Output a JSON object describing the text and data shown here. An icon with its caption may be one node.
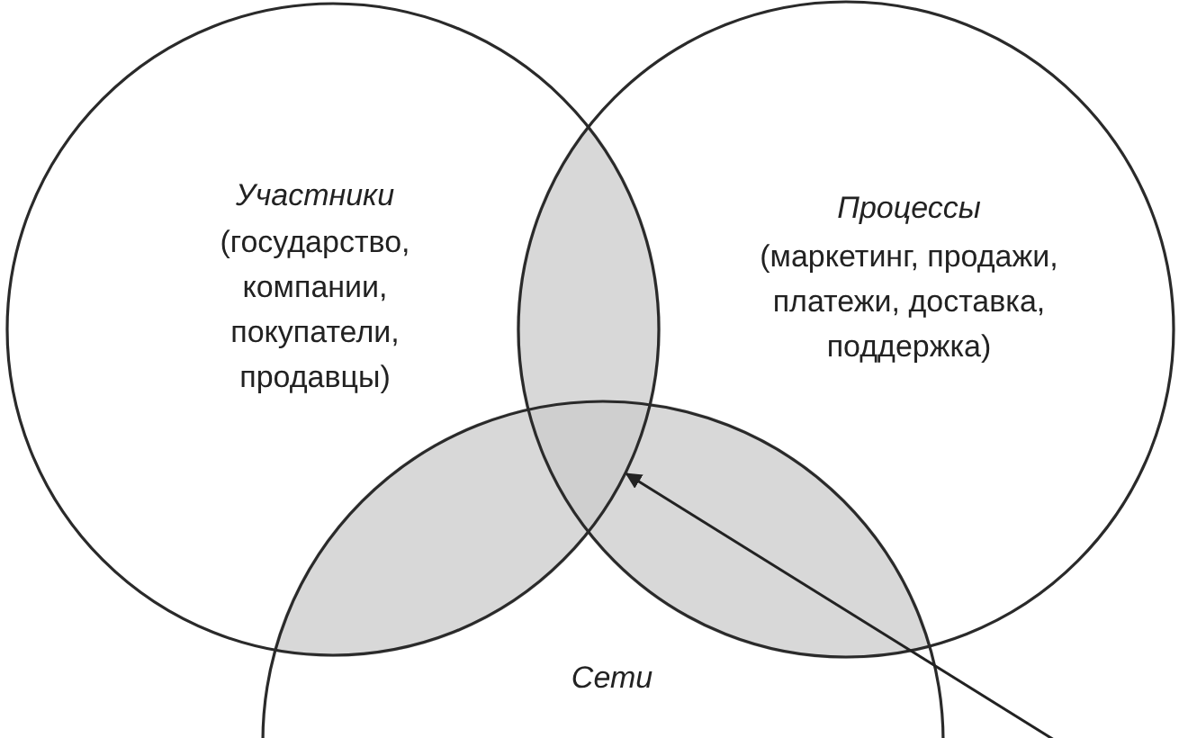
{
  "diagram": {
    "nodes": [
      {
        "text": [
          "Участники",
          "(государство, компании, покупатели, продавцы)"
        ]
      },
      {
        "text": [
          "Процессы",
          "(маркетинг, продажи, платежи, доставка, поддержка)"
        ]
      },
      {
        "text": [
          "Сети"
        ]
      },
      {
        "text": [],
        "shape": "region"
      }
    ],
    "edges": [
      {
        "from": null,
        "to": 3,
        "arrow": "to"
      }
    ]
  }
}
